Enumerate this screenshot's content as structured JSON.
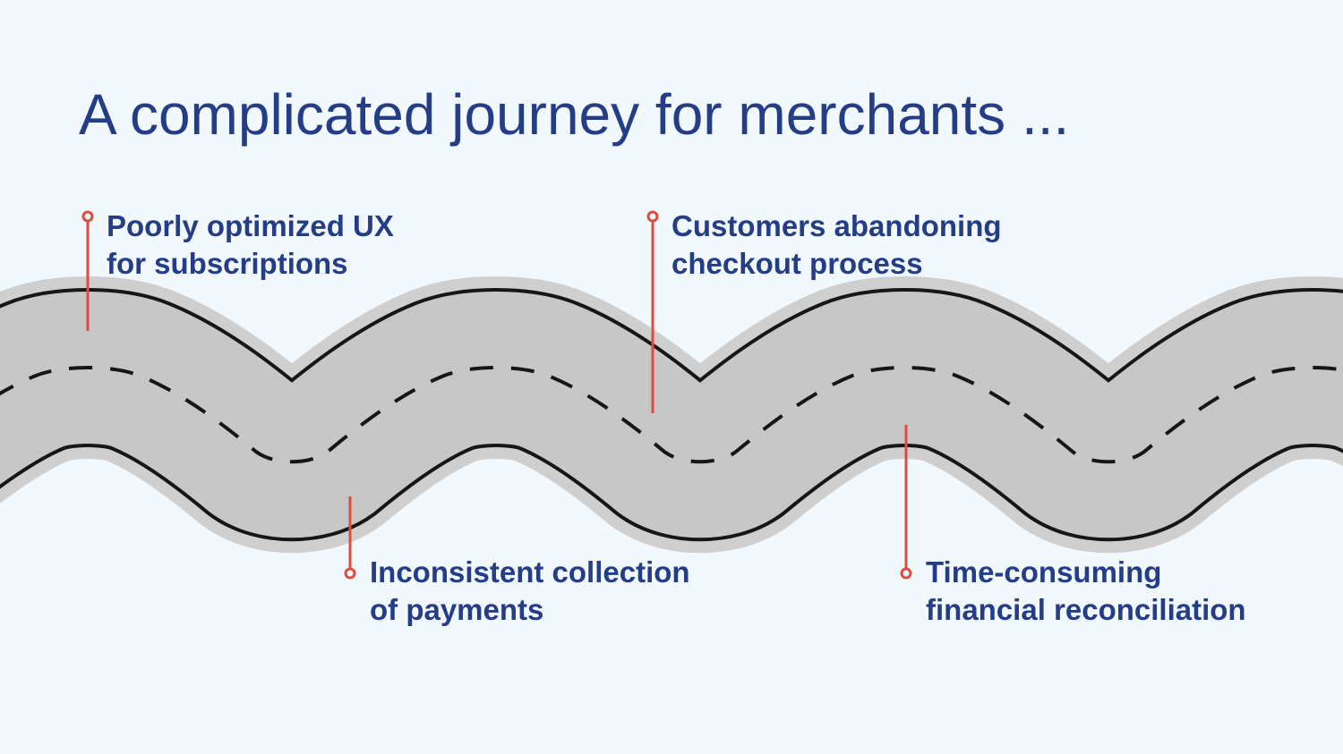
{
  "title": "A complicated journey for merchants ...",
  "callouts": [
    {
      "line1": "Poorly optimized UX",
      "line2": "for subscriptions"
    },
    {
      "line1": "Inconsistent collection",
      "line2": "of payments"
    },
    {
      "line1": "Customers abandoning",
      "line2": "checkout process"
    },
    {
      "line1": "Time-consuming",
      "line2": "financial reconciliation"
    }
  ],
  "colors": {
    "background": "#f1f8fe",
    "title": "#243d86",
    "road_outer": "#cfcfcf",
    "road_edge": "#161616",
    "road_surface": "#c7c7c7",
    "marker": "#dd4d3f"
  }
}
